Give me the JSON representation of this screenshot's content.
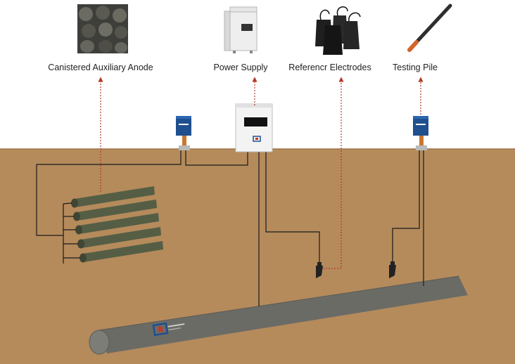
{
  "labels": {
    "anode": "Canistered Auxiliary Anode",
    "power": "Power Supply",
    "reference": "Referencr Electrodes",
    "pile": "Testing Pile"
  },
  "icons": {
    "anode": "anode-photo-icon",
    "power": "power-supply-cabinet-icon",
    "reference": "reference-electrode-bags-icon",
    "pile": "testing-pile-rod-icon"
  },
  "colors": {
    "soil": "#b58b5c",
    "soil_line": "#9b7447",
    "pipe": "#6b6b66",
    "anode": "#555e45",
    "wire": "#1a1a1a",
    "callout": "#b33a2a",
    "junction_box": "#1f4f8f"
  }
}
